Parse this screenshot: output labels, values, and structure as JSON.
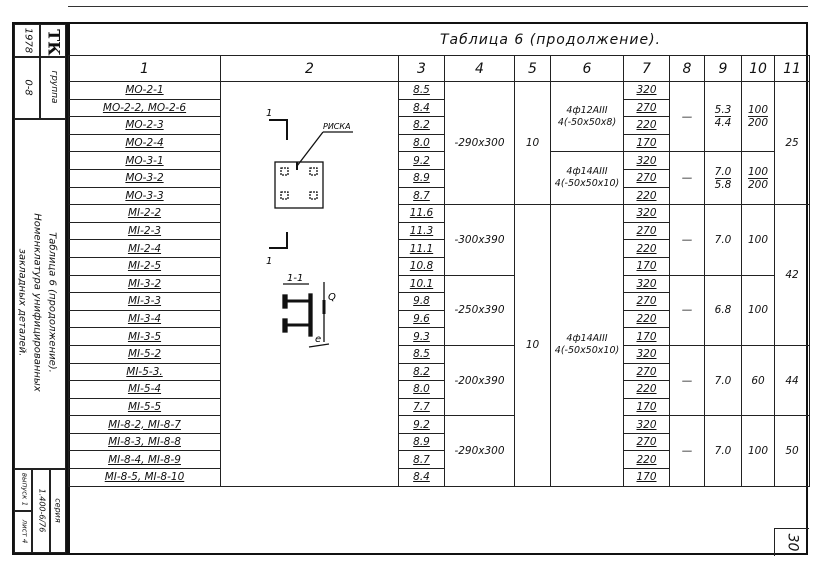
{
  "title": "Таблица 6 (продолжение).",
  "headers": [
    "1",
    "2",
    "3",
    "4",
    "5",
    "6",
    "7",
    "8",
    "9",
    "10",
    "11"
  ],
  "rows": [
    {
      "name": "МО-2-1",
      "c3": "8.5",
      "c7": "320"
    },
    {
      "name": "МО-2-2, МО-2-6",
      "c3": "8.4",
      "c7": "270"
    },
    {
      "name": "МО-2-3",
      "c3": "8.2",
      "c7": "220"
    },
    {
      "name": "МО-2-4",
      "c3": "8.0",
      "c7": "170"
    },
    {
      "name": "МО-3-1",
      "c3": "9.2",
      "c7": "320"
    },
    {
      "name": "МО-3-2",
      "c3": "8.9",
      "c7": "270"
    },
    {
      "name": "МО-3-3",
      "c3": "8.7",
      "c7": "220"
    },
    {
      "name": "МI-2-2",
      "c3": "11.6",
      "c7": "320"
    },
    {
      "name": "МI-2-3",
      "c3": "11.3",
      "c7": "270"
    },
    {
      "name": "МI-2-4",
      "c3": "11.1",
      "c7": "220"
    },
    {
      "name": "МI-2-5",
      "c3": "10.8",
      "c7": "170"
    },
    {
      "name": "МI-3-2",
      "c3": "10.1",
      "c7": "320"
    },
    {
      "name": "МI-3-3",
      "c3": "9.8",
      "c7": "270"
    },
    {
      "name": "МI-3-4",
      "c3": "9.6",
      "c7": "220"
    },
    {
      "name": "МI-3-5",
      "c3": "9.3",
      "c7": "170"
    },
    {
      "name": "МI-5-2",
      "c3": "8.5",
      "c7": "320"
    },
    {
      "name": "МI-5-3.",
      "c3": "8.2",
      "c7": "270"
    },
    {
      "name": "МI-5-4",
      "c3": "8.0",
      "c7": "220"
    },
    {
      "name": "МI-5-5",
      "c3": "7.7",
      "c7": "170"
    },
    {
      "name": "МI-8-2, МI-8-7",
      "c3": "9.2",
      "c7": "320"
    },
    {
      "name": "МI-8-3, МI-8-8",
      "c3": "8.9",
      "c7": "270"
    },
    {
      "name": "МI-8-4, МI-8-9",
      "c3": "8.7",
      "c7": "220"
    },
    {
      "name": "МI-8-5, МI-8-10",
      "c3": "8.4",
      "c7": "170"
    }
  ],
  "col4_groups": [
    {
      "start": 0,
      "span": 7,
      "text": "-290x300"
    },
    {
      "start": 7,
      "span": 4,
      "text": "-300x390"
    },
    {
      "start": 11,
      "span": 4,
      "text": "-250x390"
    },
    {
      "start": 15,
      "span": 4,
      "text": "-200x390"
    },
    {
      "start": 19,
      "span": 4,
      "text": "-290x300"
    }
  ],
  "col5_groups": [
    {
      "start": 0,
      "span": 7,
      "text": "10"
    },
    {
      "start": 7,
      "span": 16,
      "text": "10"
    }
  ],
  "col6_groups": [
    {
      "start": 0,
      "span": 4,
      "line1": "4ф12АIII",
      "line2": "4(-50x50x8)"
    },
    {
      "start": 4,
      "span": 3,
      "line1": "4ф14АIII",
      "line2": "4(-50x50x10)"
    },
    {
      "start": 7,
      "span": 16,
      "line1": "4ф14АIII",
      "line2": "4(-50x50x10)"
    }
  ],
  "col8_10_groups": [
    {
      "start": 0,
      "span": 4,
      "c8": "—",
      "c9": [
        "5.3",
        "4.4"
      ],
      "c10": [
        "100",
        "200"
      ]
    },
    {
      "start": 4,
      "span": 3,
      "c8": "—",
      "c9": [
        "7.0",
        "5.8"
      ],
      "c10": [
        "100",
        "200"
      ]
    },
    {
      "start": 7,
      "span": 4,
      "c8": "—",
      "c9": "7.0",
      "c10": "100"
    },
    {
      "start": 11,
      "span": 4,
      "c8": "—",
      "c9": "6.8",
      "c10": "100"
    },
    {
      "start": 15,
      "span": 4,
      "c8": "—",
      "c9": "7.0",
      "c10": "60"
    },
    {
      "start": 19,
      "span": 4,
      "c8": "—",
      "c9": "7.0",
      "c10": "100"
    }
  ],
  "col11_groups": [
    {
      "start": 0,
      "span": 7,
      "text": "25"
    },
    {
      "start": 7,
      "span": 8,
      "text": "42"
    },
    {
      "start": 15,
      "span": 4,
      "text": "44"
    },
    {
      "start": 19,
      "span": 4,
      "text": "50"
    }
  ],
  "drawing": {
    "mark": "1",
    "label": "РИСКА",
    "section": "1-1",
    "load": "Q",
    "ecc": "e"
  },
  "stamp": {
    "year": "1978",
    "org": "ТК",
    "group_label": "группа",
    "group": "0-8",
    "line1": "Таблица 6 (продолжение).",
    "line2": "Номенклатура унифицированных",
    "line3": "закладных деталей.",
    "series_label": "серия",
    "series": "1.400-6/76",
    "issue_label": "выпуск",
    "issue": "1",
    "sheet_label": "лист",
    "sheet": "4"
  },
  "page_number": "30"
}
